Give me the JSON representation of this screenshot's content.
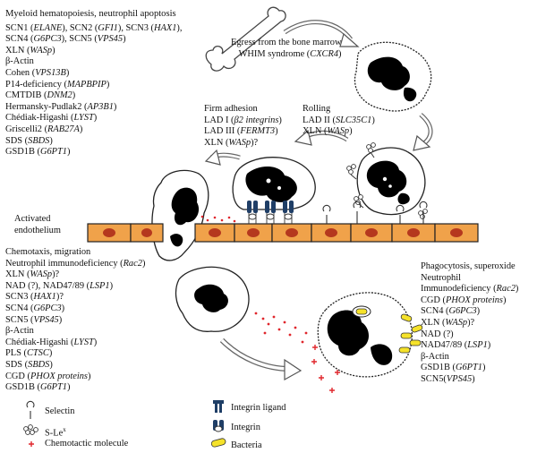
{
  "sections": {
    "myeloid": {
      "title": "Myeloid hematopoiesis, neutrophil apoptosis",
      "lines": [
        [
          {
            "t": "SCN1 ("
          },
          {
            "t": "ELANE",
            "i": true
          },
          {
            "t": "), SCN2 ("
          },
          {
            "t": "GFI1",
            "i": true
          },
          {
            "t": "), SCN3 ("
          },
          {
            "t": "HAX1",
            "i": true
          },
          {
            "t": "),"
          }
        ],
        [
          {
            "t": "SCN4 ("
          },
          {
            "t": "G6PC3",
            "i": true
          },
          {
            "t": "), SCN5 ("
          },
          {
            "t": "VPS45",
            "i": true
          },
          {
            "t": ")"
          }
        ],
        [
          {
            "t": "XLN ("
          },
          {
            "t": "WASp",
            "i": true
          },
          {
            "t": ")"
          }
        ],
        [
          {
            "t": "β-Actin"
          }
        ],
        [
          {
            "t": "Cohen ("
          },
          {
            "t": "VPS13B",
            "i": true
          },
          {
            "t": ")"
          }
        ],
        [
          {
            "t": "P14-deficiency ("
          },
          {
            "t": "MAPBPIP",
            "i": true
          },
          {
            "t": ")"
          }
        ],
        [
          {
            "t": "CMTDIB ("
          },
          {
            "t": "DNM2",
            "i": true
          },
          {
            "t": ")"
          }
        ],
        [
          {
            "t": "Hermansky-Pudlak2 ("
          },
          {
            "t": "AP3B1",
            "i": true
          },
          {
            "t": ")"
          }
        ],
        [
          {
            "t": "Chédiak-Higashi ("
          },
          {
            "t": "LYST",
            "i": true
          },
          {
            "t": ")"
          }
        ],
        [
          {
            "t": "Griscelli2 ("
          },
          {
            "t": "RAB27A",
            "i": true
          },
          {
            "t": ")"
          }
        ],
        [
          {
            "t": "SDS ("
          },
          {
            "t": "SBDS",
            "i": true
          },
          {
            "t": ")"
          }
        ],
        [
          {
            "t": "GSD1B ("
          },
          {
            "t": "G6PT1",
            "i": true
          },
          {
            "t": ")"
          }
        ]
      ]
    },
    "egress": {
      "lines": [
        [
          {
            "t": "Egress from the bone marrow"
          }
        ],
        [
          {
            "t": "WHIM syndrome ("
          },
          {
            "t": "CXCR4",
            "i": true
          },
          {
            "t": ")"
          }
        ]
      ]
    },
    "firm_adhesion": {
      "lines": [
        [
          {
            "t": "Firm adhesion"
          }
        ],
        [
          {
            "t": "LAD I ("
          },
          {
            "t": "β2 integrins",
            "i": true
          },
          {
            "t": ")"
          }
        ],
        [
          {
            "t": "LAD III ("
          },
          {
            "t": "FERMT3",
            "i": true
          },
          {
            "t": ")"
          }
        ],
        [
          {
            "t": "XLN ("
          },
          {
            "t": "WASp",
            "i": true
          },
          {
            "t": ")?"
          }
        ]
      ]
    },
    "rolling": {
      "lines": [
        [
          {
            "t": "Rolling"
          }
        ],
        [
          {
            "t": "LAD II ("
          },
          {
            "t": "SLC35C1",
            "i": true
          },
          {
            "t": ")"
          }
        ],
        [
          {
            "t": "XLN ("
          },
          {
            "t": "WASp",
            "i": true
          },
          {
            "t": ")"
          }
        ]
      ]
    },
    "endothelium": {
      "lines": [
        [
          {
            "t": "Activated"
          }
        ],
        [
          {
            "t": "endothelium"
          }
        ]
      ]
    },
    "chemotaxis": {
      "lines": [
        [
          {
            "t": "Chemotaxis, migration"
          }
        ],
        [
          {
            "t": "Neutrophil immunodeficiency ("
          },
          {
            "t": "Rac2",
            "i": true
          },
          {
            "t": ")"
          }
        ],
        [
          {
            "t": "XLN ("
          },
          {
            "t": "WASp",
            "i": true
          },
          {
            "t": ")?"
          }
        ],
        [
          {
            "t": "NAD (?), NAD47/89 ("
          },
          {
            "t": "LSP1",
            "i": true
          },
          {
            "t": ")"
          }
        ],
        [
          {
            "t": "SCN3 ("
          },
          {
            "t": "HAX1",
            "i": true
          },
          {
            "t": ")?"
          }
        ],
        [
          {
            "t": "SCN4 ("
          },
          {
            "t": "G6PC3",
            "i": true
          },
          {
            "t": ")"
          }
        ],
        [
          {
            "t": "SCN5 ("
          },
          {
            "t": "VPS45",
            "i": true
          },
          {
            "t": ")"
          }
        ],
        [
          {
            "t": "β-Actin"
          }
        ],
        [
          {
            "t": "Chédiak-Higashi ("
          },
          {
            "t": "LYST",
            "i": true
          },
          {
            "t": ")"
          }
        ],
        [
          {
            "t": "PLS ("
          },
          {
            "t": "CTSC",
            "i": true
          },
          {
            "t": ")"
          }
        ],
        [
          {
            "t": "SDS ("
          },
          {
            "t": "SBDS",
            "i": true
          },
          {
            "t": ")"
          }
        ],
        [
          {
            "t": "CGD ("
          },
          {
            "t": "PHOX proteins",
            "i": true
          },
          {
            "t": ")"
          }
        ],
        [
          {
            "t": "GSD1B ("
          },
          {
            "t": "G6PT1",
            "i": true
          },
          {
            "t": ")"
          }
        ]
      ]
    },
    "phagocytosis": {
      "lines": [
        [
          {
            "t": "Phagocytosis, superoxide"
          }
        ],
        [
          {
            "t": "Neutrophil"
          }
        ],
        [
          {
            "t": "Immunodeficiency ("
          },
          {
            "t": "Rac2",
            "i": true
          },
          {
            "t": ")"
          }
        ],
        [
          {
            "t": "CGD ("
          },
          {
            "t": "PHOX proteins",
            "i": true
          },
          {
            "t": ")"
          }
        ],
        [
          {
            "t": "SCN4 ("
          },
          {
            "t": "G6PC3",
            "i": true
          },
          {
            "t": ")"
          }
        ],
        [
          {
            "t": "XLN ("
          },
          {
            "t": "WASp",
            "i": true
          },
          {
            "t": ")?"
          }
        ],
        [
          {
            "t": "NAD (?)"
          }
        ],
        [
          {
            "t": "NAD47/89 ("
          },
          {
            "t": "LSP1",
            "i": true
          },
          {
            "t": ")"
          }
        ],
        [
          {
            "t": "β-Actin"
          }
        ],
        [
          {
            "t": "GSD1B ("
          },
          {
            "t": "G6PT1",
            "i": true
          },
          {
            "t": ")"
          }
        ],
        [
          {
            "t": "SCN5("
          },
          {
            "t": "VPS45",
            "i": true
          },
          {
            "t": ")"
          }
        ]
      ]
    }
  },
  "legend": {
    "selectin": "Selectin",
    "slex": "S-Le",
    "slex_sup": "x",
    "chemotactic": "Chemotactic molecule",
    "integrin_ligand": "Integrin ligand",
    "integrin": "Integrin",
    "bacteria": "Bacteria"
  },
  "colors": {
    "endothelium_fill": "#f0a24a",
    "endothelium_nucleus": "#b5381e",
    "integrin": "#1f3e66",
    "bacteria": "#f5e22a",
    "chemotactic": "#e0262c",
    "nucleus": "#000000"
  },
  "icons": [
    "bone-icon",
    "neutrophil-icon",
    "selectin-icon",
    "slex-icon",
    "integrin-icon",
    "integrin-ligand-icon",
    "bacteria-icon",
    "chemotactic-molecule-icon",
    "curved-arrow-icon"
  ]
}
